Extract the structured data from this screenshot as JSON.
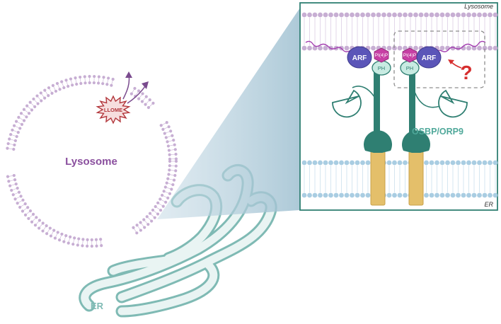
{
  "labels": {
    "lysosome_main": "Lysosome",
    "llome": "LLOME",
    "er_main": "ER",
    "lysosome_inset": "Lysosome",
    "er_inset": "ER",
    "arf": "ARF",
    "pi4p": "PI(4)P",
    "ph": "PH",
    "osbp_orp9": "OSBP/ORP9",
    "question": "?"
  },
  "colors": {
    "lysosome_lipid": "#c7aed3",
    "lysosome_label": "#8a4f9e",
    "er_lipid": "#a9cde2",
    "er_tube": "#b9d9d6",
    "protein_teal": "#2f7f72",
    "arf_purple": "#5b55b8",
    "pi4p_magenta": "#c73fa4",
    "question_red": "#d62e2e",
    "llome_red": "#b2363b",
    "anchor_tan": "#e4bf6a"
  }
}
